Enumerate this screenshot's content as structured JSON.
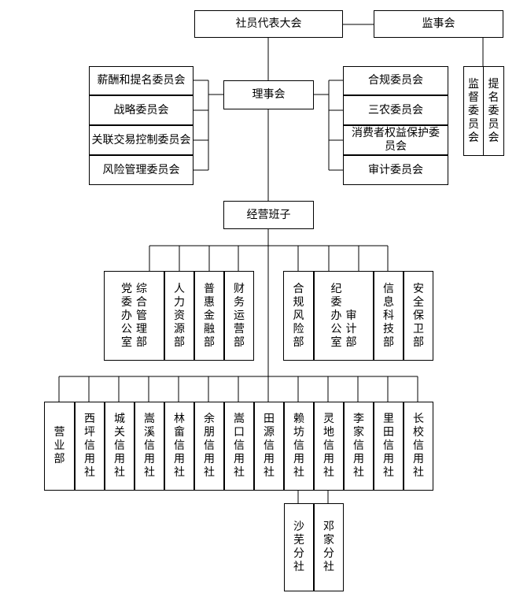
{
  "org": {
    "assembly": "社员代表大会",
    "supervisory_board": "监事会",
    "supervisory_committees": [
      "监督委员会",
      "提名委员会"
    ],
    "board": "理事会",
    "board_left_committees": [
      "薪酬和提名委员会",
      "战略委员会",
      "关联交易控制委员会",
      "风险管理委员会"
    ],
    "board_right_committees": [
      "合规委员会",
      "三农委员会",
      "消费者权益保护委员会",
      "审计委员会"
    ],
    "management": "经营班子",
    "left_departments": [
      "党委办公室",
      "综合管理部",
      "人力资源部",
      "普惠金融部",
      "财务运营部"
    ],
    "right_departments": [
      "合规风险部",
      "纪委办公室",
      "审计部",
      "信息科技部",
      "安全保卫部"
    ],
    "branches": [
      "营业部",
      "西坪信用社",
      "城关信用社",
      "嵩溪信用社",
      "林畲信用社",
      "余朋信用社",
      "嵩口信用社",
      "田源信用社",
      "赖坊信用社",
      "灵地信用社",
      "李家信用社",
      "里田信用社",
      "长校信用社"
    ],
    "sub_branches": [
      "沙芜分社",
      "邓家分社"
    ]
  }
}
